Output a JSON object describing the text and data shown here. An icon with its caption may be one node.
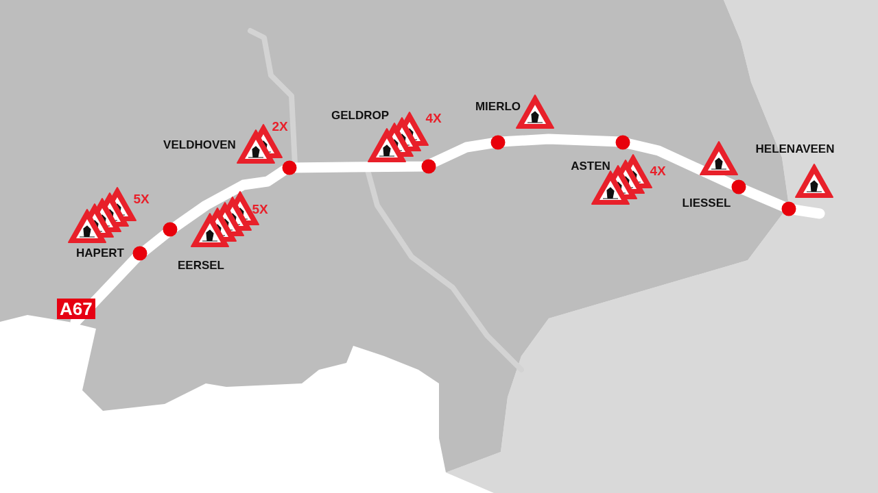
{
  "diagram": {
    "nodes": [
      {
        "text": [
          "A67"
        ]
      }
    ],
    "labels": [
      "MIERLO",
      "GELDROP",
      "4X",
      "2X",
      "VELDHOVEN",
      "HELENAVEEN",
      "ASTEN",
      "4X",
      "5X",
      "LIESSEL",
      "5X",
      "HAPERT",
      "EERSEL"
    ]
  }
}
